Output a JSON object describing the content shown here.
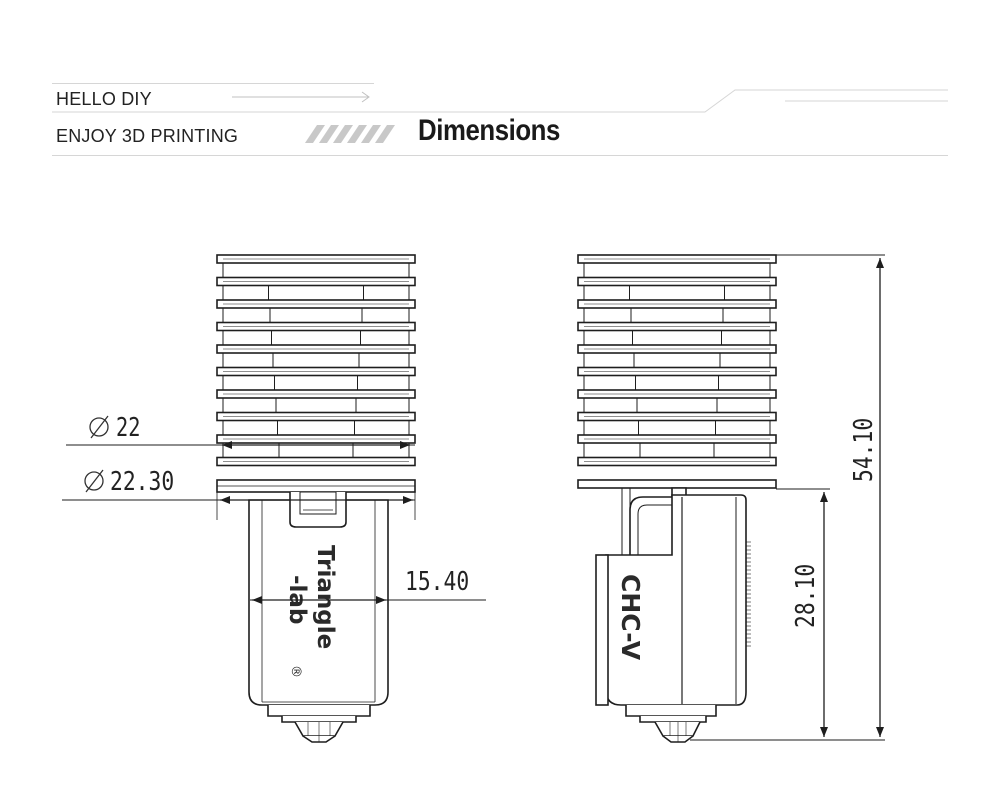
{
  "header": {
    "tagline_1": "HELLO DIY",
    "tagline_2": "ENJOY 3D PRINTING",
    "title": "Dimensions"
  },
  "front_view": {
    "brand_line_1": "Triangle",
    "brand_line_2": "-lab",
    "brand_mark": "®",
    "dim_diameter_inner": "22",
    "dim_diameter_outer": "22.30",
    "dim_body_width": "15.40",
    "diameter_symbol": "⌀"
  },
  "side_view": {
    "model_label": "CHC-V",
    "dim_total_height": "54.10",
    "dim_lower_height": "28.10"
  },
  "colors": {
    "line": "#1e1e1e",
    "body": "#ffffff",
    "header_rule": "#d6d6d6",
    "stripes": "#c8c8c8"
  }
}
